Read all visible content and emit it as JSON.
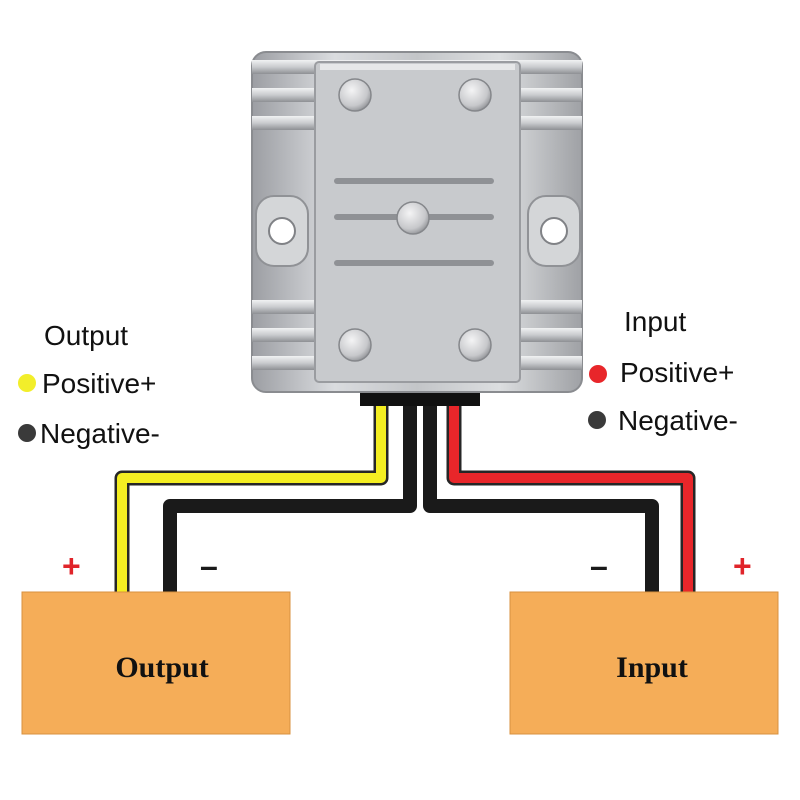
{
  "output_legend": {
    "title": "Output",
    "positive": "Positive+",
    "negative": "Negative-",
    "positive_dot_color": "#f2ee2a",
    "negative_dot_color": "#3a3a3a"
  },
  "input_legend": {
    "title": "Input",
    "positive": "Positive+",
    "negative": "Negative-",
    "positive_dot_color": "#e8262a",
    "negative_dot_color": "#3a3a3a"
  },
  "output_box": {
    "label": "Output",
    "plus": "+",
    "minus": "–",
    "fill": "#f5ad58"
  },
  "input_box": {
    "label": "Input",
    "plus": "+",
    "minus": "–",
    "fill": "#f5ad58"
  },
  "wires": {
    "yellow": "#f4ee22",
    "black": "#262626",
    "red": "#e8262a",
    "sign_color": "#e0242a"
  },
  "device": {
    "icon": "aluminum-converter-module-icon"
  }
}
